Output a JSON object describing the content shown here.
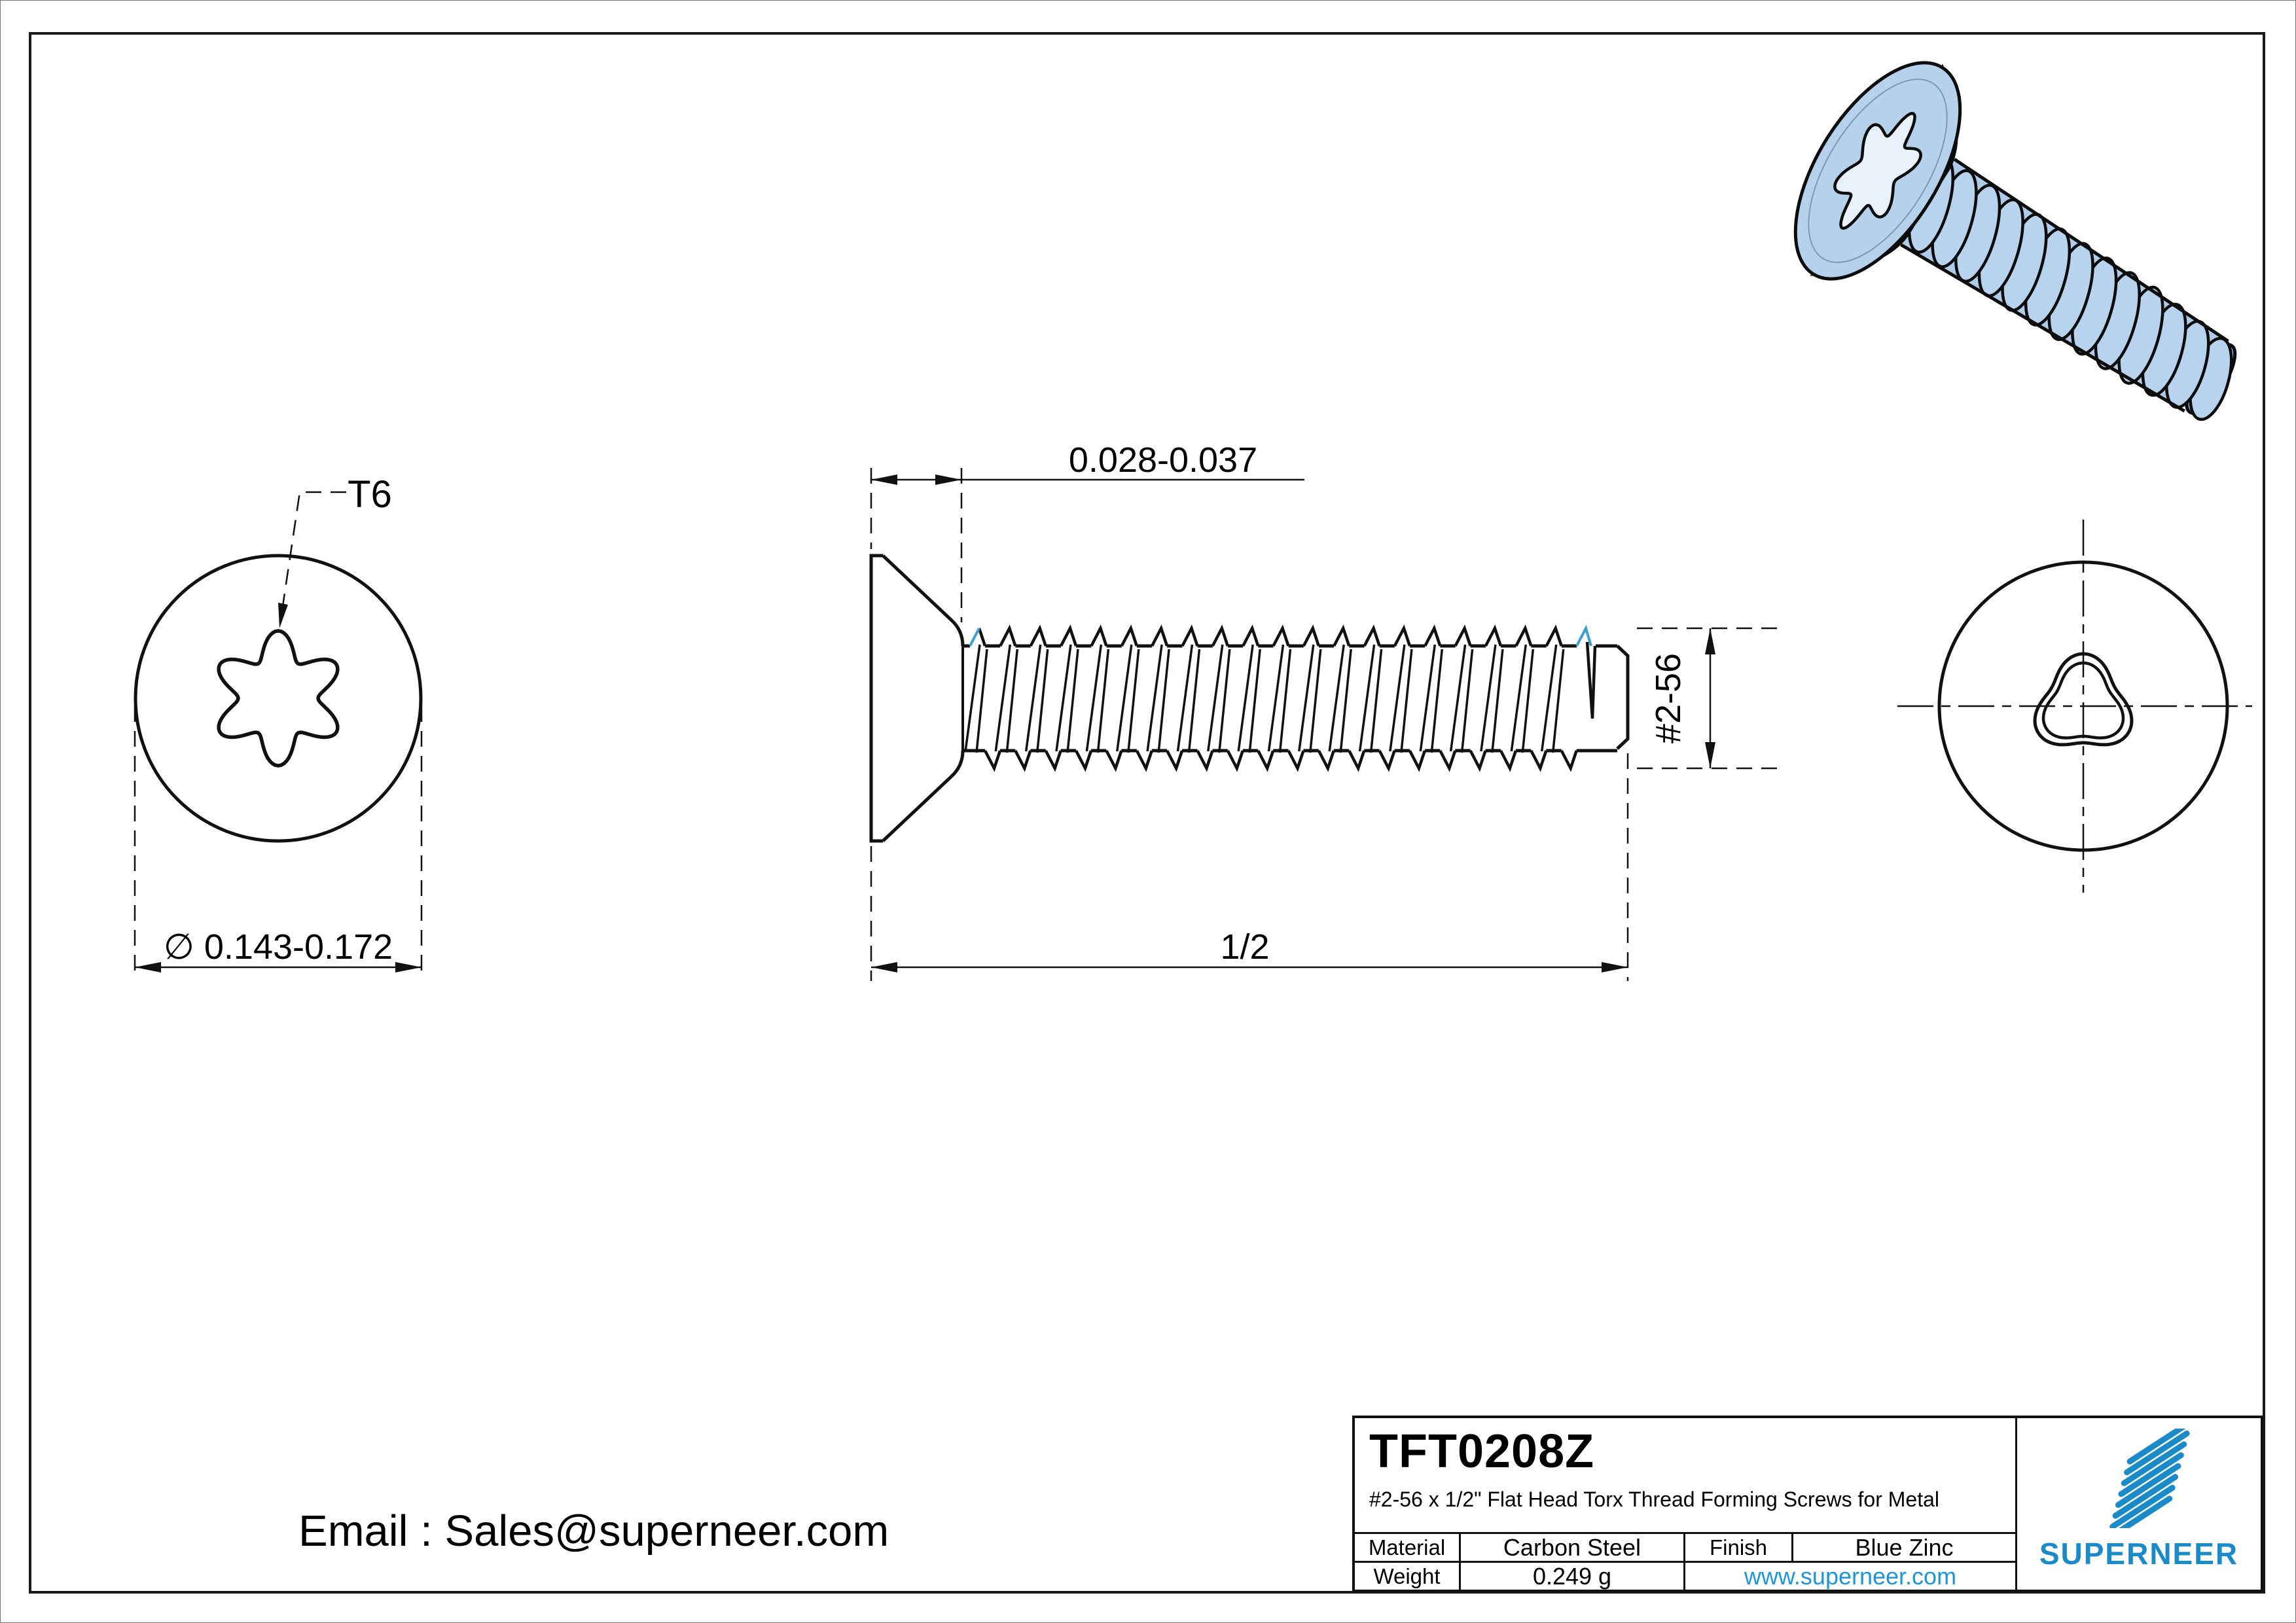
{
  "part": {
    "number": "TFT0208Z",
    "description": "#2-56 x 1/2\" Flat Head Torx Thread Forming Screws for Metal"
  },
  "specs": {
    "material_label": "Material",
    "material": "Carbon Steel",
    "finish_label": "Finish",
    "finish": "Blue Zinc",
    "weight_label": "Weight",
    "weight": "0.249 g",
    "website": "www.superneer.com"
  },
  "brand": {
    "name": "SUPERNEER",
    "logo_color": "#1b8ac9"
  },
  "contact": {
    "email_line": "Email : Sales@superneer.com"
  },
  "dimensions": {
    "drive": "T6",
    "head_diameter": "∅ 0.143-0.172",
    "head_height": "0.028-0.037",
    "length": "1/2",
    "thread_size": "#2-56"
  },
  "colors": {
    "line": "#111111",
    "accent_teal": "#3da0d2",
    "screw_body": "#aecbe9",
    "link_blue": "#2095d5"
  }
}
